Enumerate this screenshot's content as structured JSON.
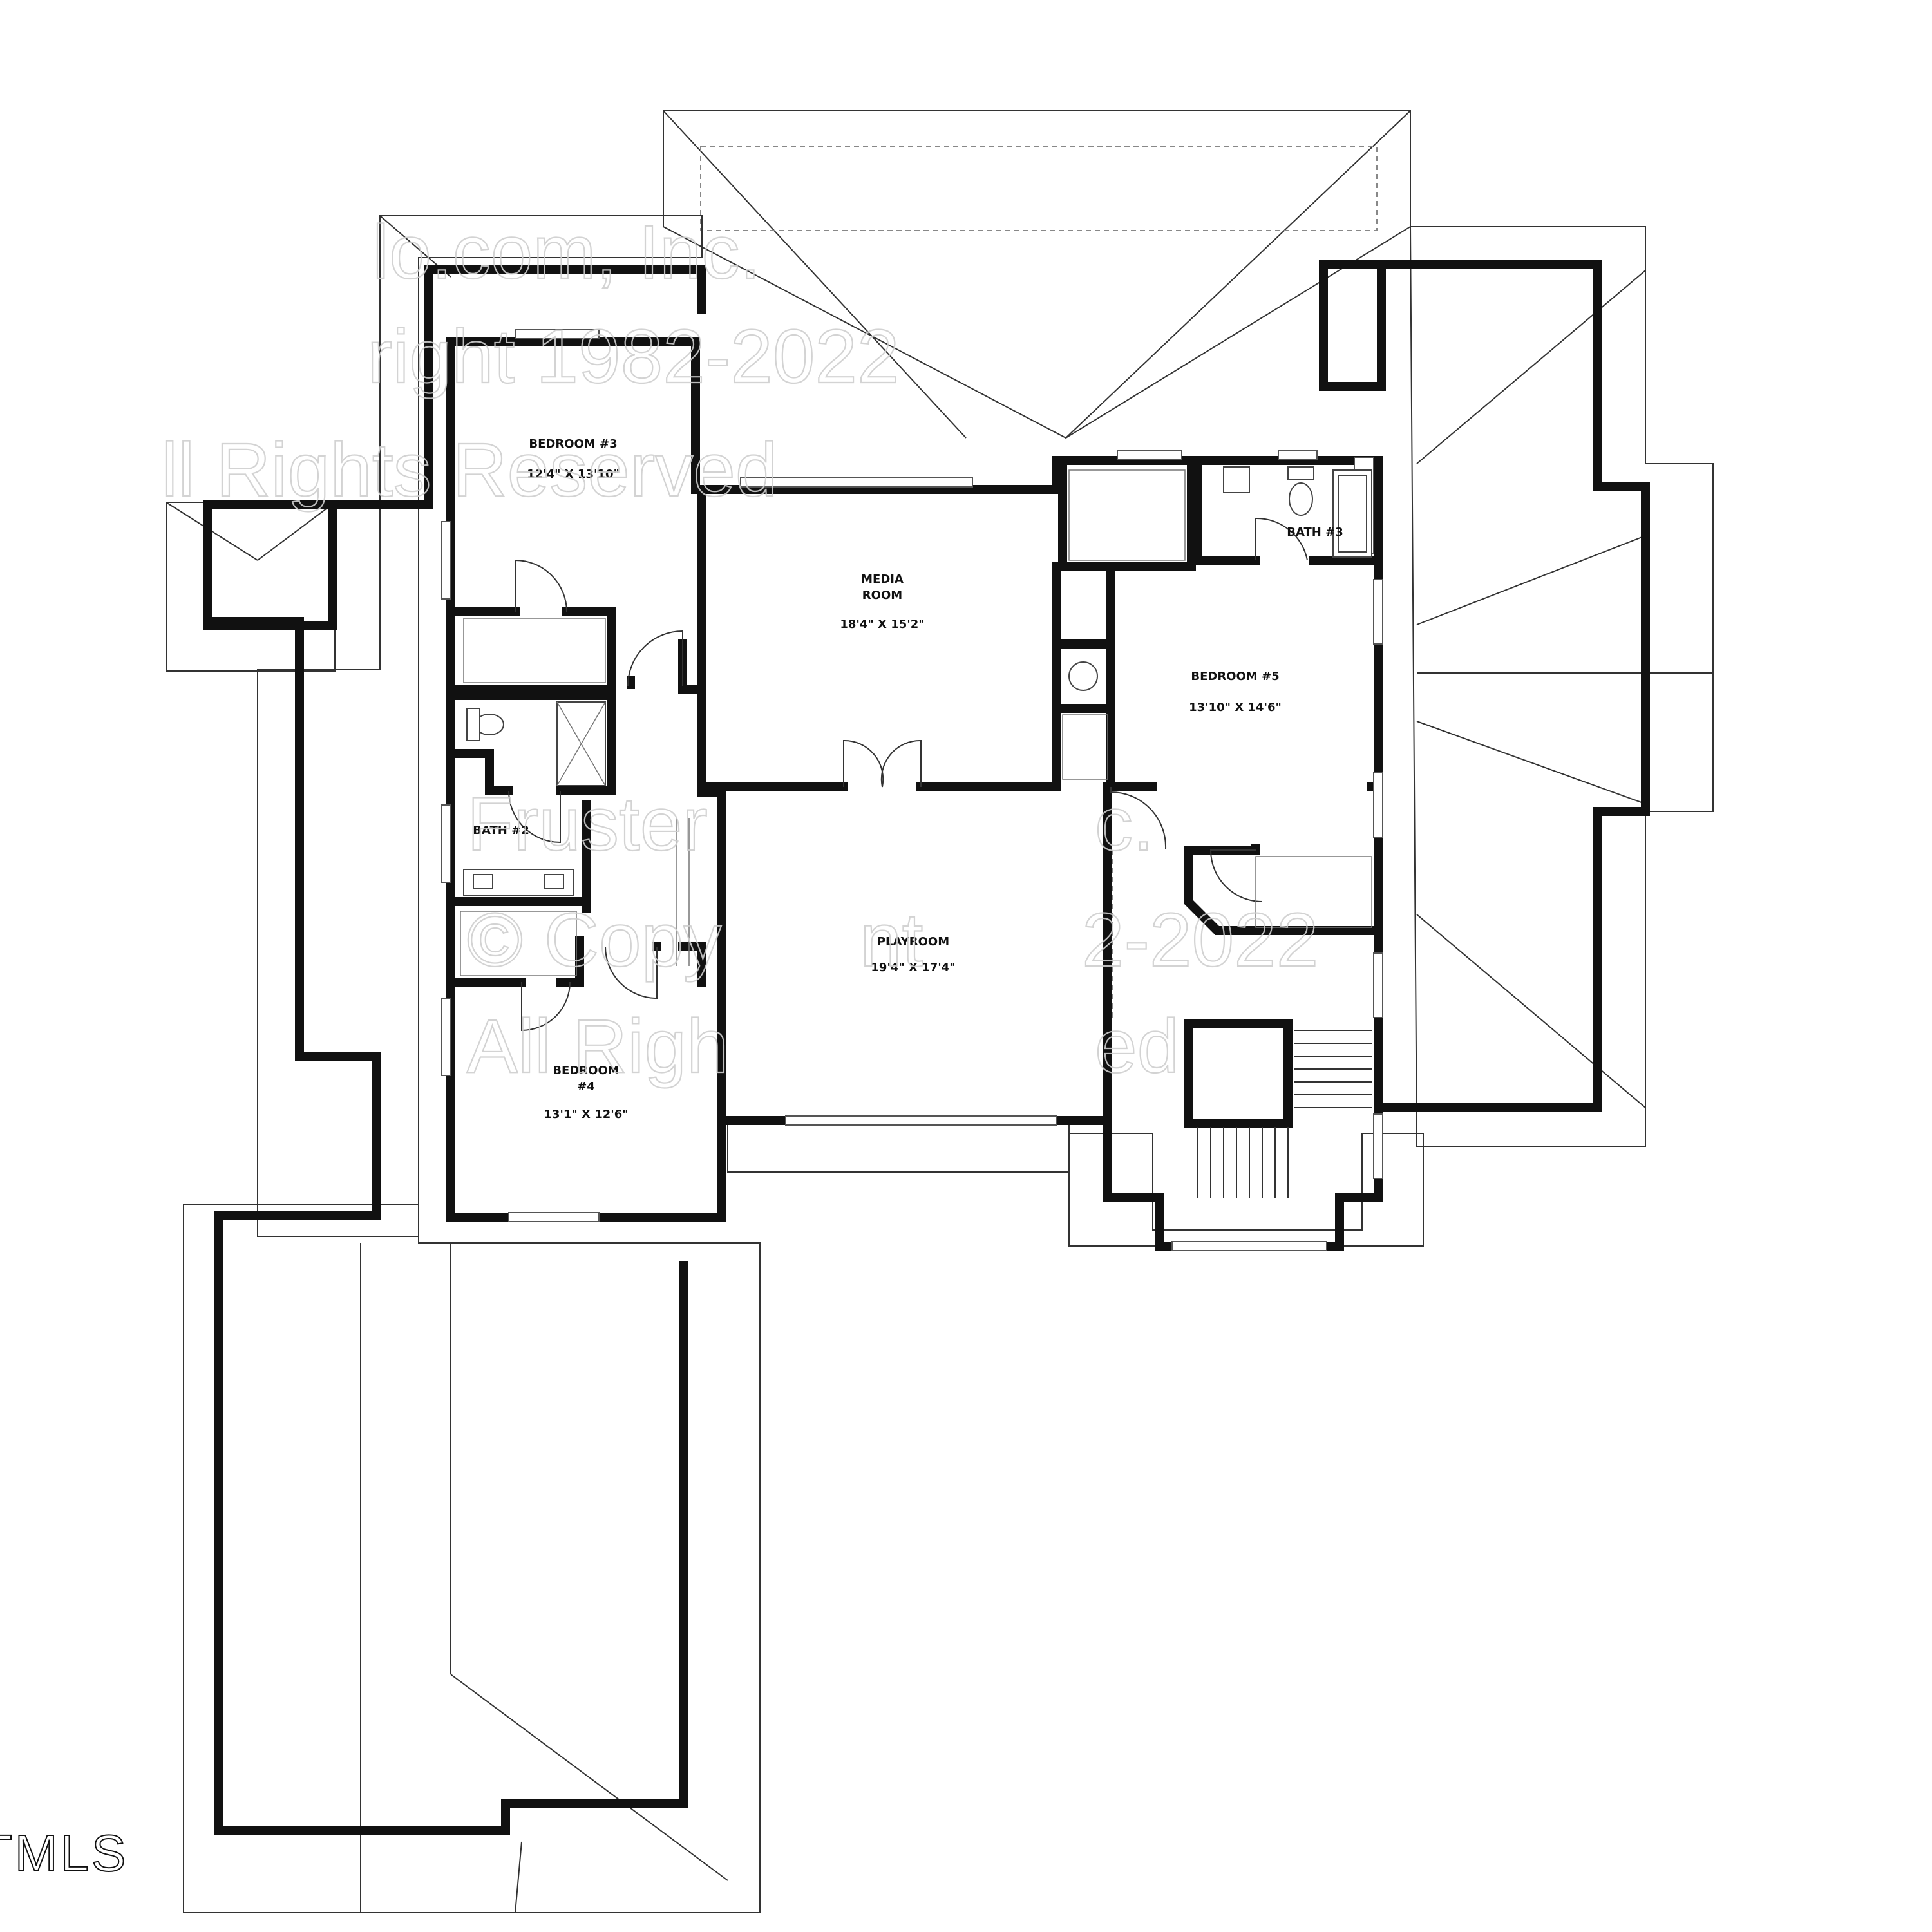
{
  "rooms": {
    "bedroom3": {
      "name": "BEDROOM #3",
      "dims": "12'4\" X 13'10\""
    },
    "media": {
      "name_line1": "MEDIA",
      "name_line2": "ROOM",
      "dims": "18'4\" X 15'2\""
    },
    "bath3": {
      "name": "BATH #3"
    },
    "bedroom5": {
      "name": "BEDROOM #5",
      "dims": "13'10\" X 14'6\""
    },
    "bath2": {
      "name": "BATH #2"
    },
    "playroom": {
      "name": "PLAYROOM",
      "dims": "19'4\" X 17'4\""
    },
    "bedroom4": {
      "name_line1": "BEDROOM",
      "name_line2": "#4",
      "dims": "13'1\" X 12'6\""
    }
  },
  "watermark": {
    "line1": "lo.com, Inc.",
    "line2": "right 1982-2022",
    "line3": "ll Rights Reserved",
    "line4": "Fruster",
    "line5": "c.",
    "line6": "© Copy",
    "line7": "nt",
    "line8": "2-2022",
    "line9": "All Righ",
    "line10": "ed"
  },
  "corner_badge": "TMLS"
}
